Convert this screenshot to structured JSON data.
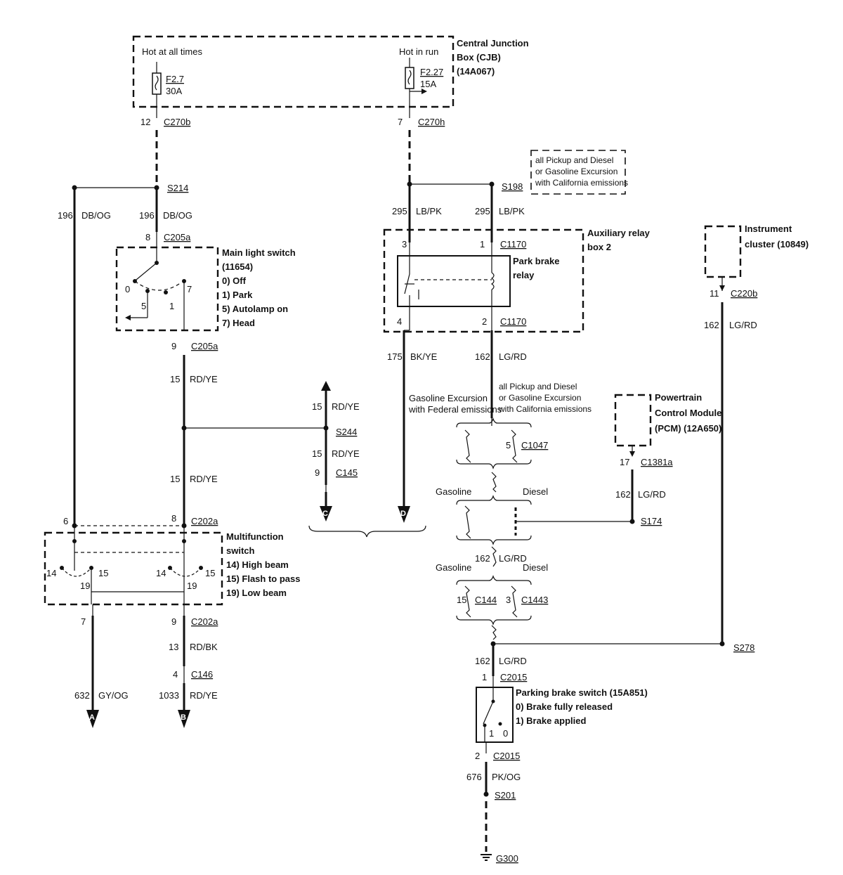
{
  "cjb": {
    "label_line1": "Central Junction",
    "label_line2": "Box (CJB)",
    "label_line3": "(14A067)",
    "hot_always": "Hot at all times",
    "hot_run": "Hot in run",
    "fuse1_id": "F2.7",
    "fuse1_rating": "30A",
    "fuse2_id": "F2.27",
    "fuse2_rating": "15A"
  },
  "conn": {
    "c270b_pin": "12",
    "c270b": "C270b",
    "c270h_pin": "7",
    "c270h": "C270h",
    "s214": "S214",
    "s198": "S198",
    "c205a_top_pin": "8",
    "c205a": "C205a",
    "c205a_bot_pin": "9",
    "c1170_top_left": "3",
    "c1170_top_right": "1",
    "c1170": "C1170",
    "c1170_bot_left": "4",
    "c1170_bot_right": "2",
    "s244": "S244",
    "c145_pin": "9",
    "c145": "C145",
    "c202a_left_pin": "6",
    "c202a_right_pin": "8",
    "c202a": "C202a",
    "c202a_bot_left": "7",
    "c202a_bot_right": "9",
    "c146_pin": "4",
    "c146": "C146",
    "c220b_pin": "11",
    "c220b": "C220b",
    "c1047_pin": "5",
    "c1047": "C1047",
    "c1381a_pin": "17",
    "c1381a": "C1381a",
    "s174": "S174",
    "c144_pin": "15",
    "c144": "C144",
    "c1443_pin": "3",
    "c1443": "C1443",
    "s278": "S278",
    "c2015_top_pin": "1",
    "c2015": "C2015",
    "c2015_bot_pin": "2",
    "s201": "S201",
    "g300": "G300"
  },
  "wires": {
    "w196_left_num": "196",
    "w196_left_col": "DB/OG",
    "w196_mid_num": "196",
    "w196_mid_col": "DB/OG",
    "w295_left_num": "295",
    "w295_left_col": "LB/PK",
    "w295_right_num": "295",
    "w295_right_col": "LB/PK",
    "w15a_num": "15",
    "w15a_col": "RD/YE",
    "w15b_num": "15",
    "w15b_col": "RD/YE",
    "w15c_num": "15",
    "w15c_col": "RD/YE",
    "w15d_num": "15",
    "w15d_col": "RD/YE",
    "w175_num": "175",
    "w175_col": "BK/YE",
    "w162a_num": "162",
    "w162a_col": "LG/RD",
    "w162b_num": "162",
    "w162b_col": "LG/RD",
    "w162c_num": "162",
    "w162c_col": "LG/RD",
    "w162d_num": "162",
    "w162d_col": "LG/RD",
    "w162e_num": "162",
    "w162e_col": "LG/RD",
    "w13_num": "13",
    "w13_col": "RD/BK",
    "w632_num": "632",
    "w632_col": "GY/OG",
    "w1033_num": "1033",
    "w1033_col": "RD/YE",
    "w676_num": "676",
    "w676_col": "PK/OG"
  },
  "notes": {
    "pickup_box_line1": "all Pickup and Diesel",
    "pickup_box_line2": "or Gasoline Excursion",
    "pickup_box_line3": "with California emissions",
    "federal_line1": "Gasoline Excursion",
    "federal_line2": "with Federal emissions",
    "calif_line1": "all Pickup and Diesel",
    "calif_line2": "or Gasoline Excursion",
    "calif_line3": "with California emissions",
    "gasoline1": "Gasoline",
    "diesel1": "Diesel",
    "gasoline2": "Gasoline",
    "diesel2": "Diesel"
  },
  "components": {
    "main_switch": {
      "line1": "Main light switch",
      "line2": "(11654)",
      "line3": "0) Off",
      "line4": "1) Park",
      "line5": "5) Autolamp on",
      "line6": "7) Head",
      "pos0": "0",
      "pos5": "5",
      "pos1": "1",
      "pos7": "7"
    },
    "aux_relay": {
      "line1": "Auxiliary relay",
      "line2": "box 2"
    },
    "park_relay": {
      "line1": "Park brake",
      "line2": "relay"
    },
    "instrument": {
      "line1": "Instrument",
      "line2": "cluster (10849)"
    },
    "pcm": {
      "line1": "Powertrain",
      "line2": "Control Module",
      "line3": "(PCM) (12A650)"
    },
    "multifunction": {
      "line1": "Multifunction",
      "line2": "switch",
      "line3": "14) High beam",
      "line4": "15) Flash to pass",
      "line5": "19) Low beam",
      "l14": "14",
      "l15": "15",
      "l19": "19",
      "r14": "14",
      "r15": "15",
      "r19": "19"
    },
    "parking_switch": {
      "line1": "Parking brake switch (15A851)",
      "line2": "0) Brake fully released",
      "line3": "1) Brake applied",
      "p1": "1",
      "p0": "0"
    }
  },
  "arrows": {
    "a": "A",
    "b": "B",
    "c": "C",
    "d": "D"
  }
}
